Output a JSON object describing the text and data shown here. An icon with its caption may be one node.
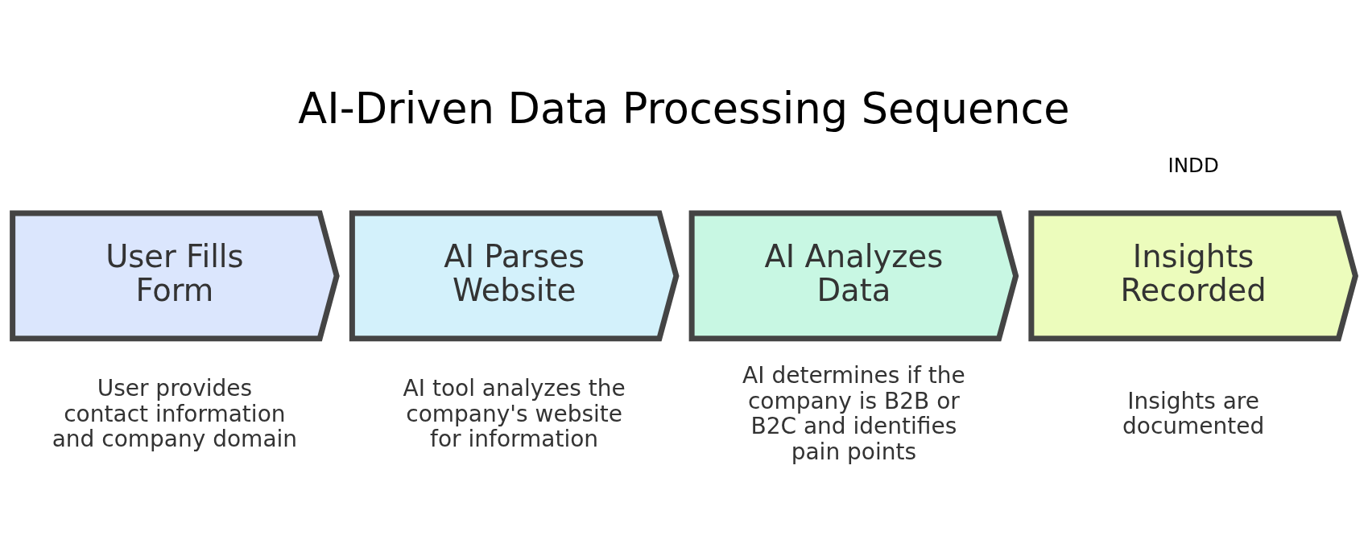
{
  "diagram": {
    "title": "AI-Driven Data Processing Sequence",
    "nodes": [
      {
        "text": [
          "User Fills Form"
        ],
        "beside": [
          "User provides contact information and company domain"
        ]
      },
      {
        "text": [
          "AI Parses Website"
        ],
        "beside": [
          "AI tool analyzes the company's website for information"
        ]
      },
      {
        "text": [
          "AI Analyzes Data"
        ],
        "beside": [
          "AI determines if the company is B2B or B2C and identifies pain points"
        ]
      },
      {
        "text": [
          "Insights Recorded"
        ],
        "beside": [
          "Insights are documented"
        ]
      }
    ],
    "edges": [],
    "labels": [
      "INDD"
    ]
  }
}
